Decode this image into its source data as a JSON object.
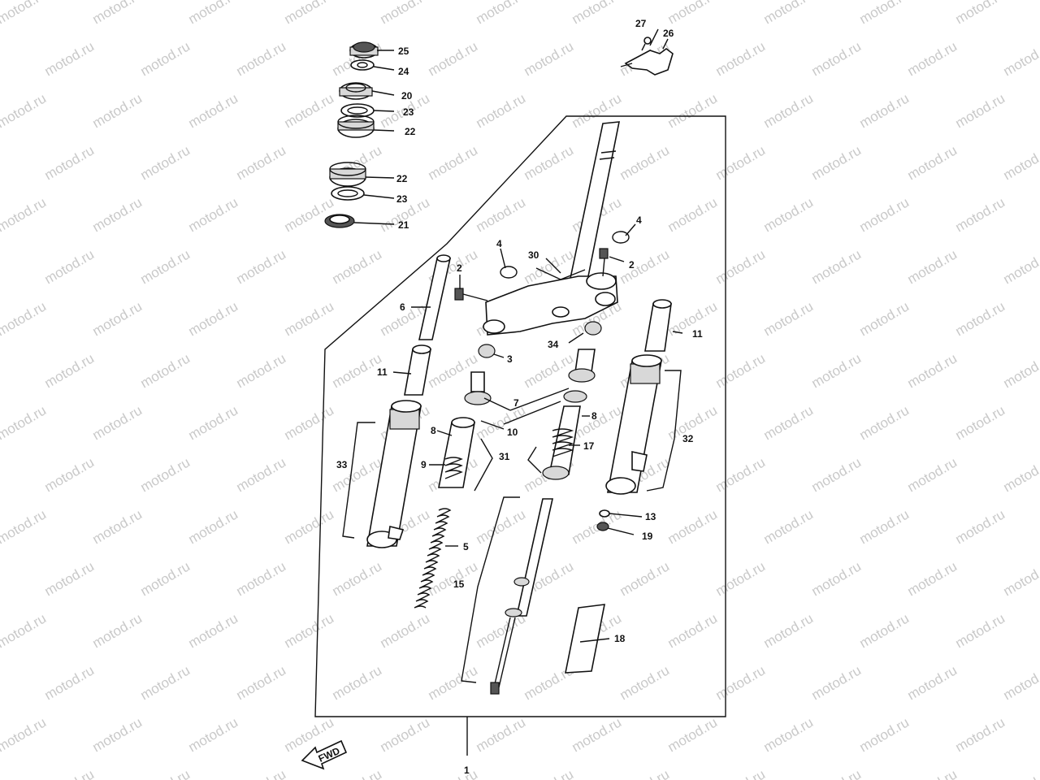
{
  "watermark": "motod.ru",
  "fwd_label": "FWD",
  "bottom_label": "1",
  "callouts": [
    {
      "id": "c25",
      "text": "25"
    },
    {
      "id": "c24",
      "text": "24"
    },
    {
      "id": "c20",
      "text": "20"
    },
    {
      "id": "c23a",
      "text": "23"
    },
    {
      "id": "c22a",
      "text": "22"
    },
    {
      "id": "c22b",
      "text": "22"
    },
    {
      "id": "c23b",
      "text": "23"
    },
    {
      "id": "c21",
      "text": "21"
    },
    {
      "id": "c27",
      "text": "27"
    },
    {
      "id": "c26",
      "text": "26"
    },
    {
      "id": "c4a",
      "text": "4"
    },
    {
      "id": "c4b",
      "text": "4"
    },
    {
      "id": "c30",
      "text": "30"
    },
    {
      "id": "c2a",
      "text": "2"
    },
    {
      "id": "c2b",
      "text": "2"
    },
    {
      "id": "c6",
      "text": "6"
    },
    {
      "id": "c3",
      "text": "3"
    },
    {
      "id": "c34",
      "text": "34"
    },
    {
      "id": "c11a",
      "text": "11"
    },
    {
      "id": "c11b",
      "text": "11"
    },
    {
      "id": "c7",
      "text": "7"
    },
    {
      "id": "c10",
      "text": "10"
    },
    {
      "id": "c8a",
      "text": "8"
    },
    {
      "id": "c8b",
      "text": "8"
    },
    {
      "id": "c31",
      "text": "31"
    },
    {
      "id": "c17",
      "text": "17"
    },
    {
      "id": "c32",
      "text": "32"
    },
    {
      "id": "c33",
      "text": "33"
    },
    {
      "id": "c9",
      "text": "9"
    },
    {
      "id": "c13",
      "text": "13"
    },
    {
      "id": "c19",
      "text": "19"
    },
    {
      "id": "c5",
      "text": "5"
    },
    {
      "id": "c15",
      "text": "15"
    },
    {
      "id": "c18",
      "text": "18"
    }
  ]
}
